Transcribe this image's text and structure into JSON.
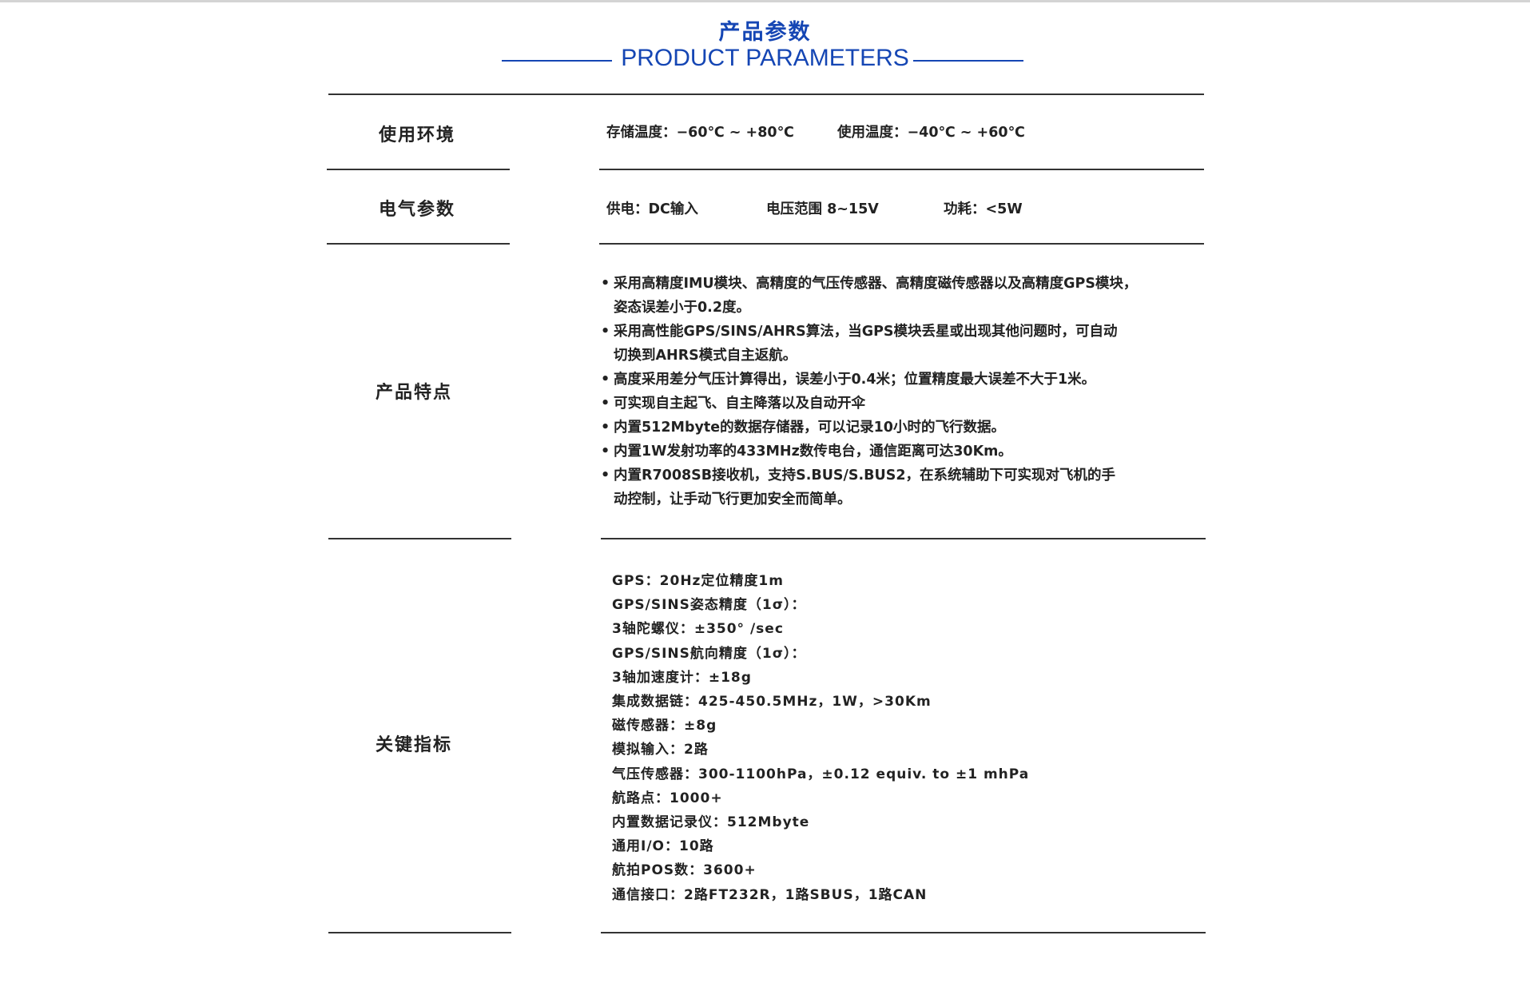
{
  "header": {
    "title_cn": "产品参数",
    "title_en": "PRODUCT PARAMETERS",
    "accent_color": "#1546b4"
  },
  "rows": [
    {
      "label": "使用环境",
      "items": [
        "存储温度：−60℃ ~ +80℃",
        "使用温度：−40℃ ~ +60℃"
      ]
    },
    {
      "label": "电气参数",
      "items": [
        "供电：DC输入",
        "电压范围 8~15V",
        "功耗：<5W"
      ]
    },
    {
      "label": "产品特点",
      "bullet": "•",
      "items": [
        "采用高精度IMU模块、高精度的气压传感器、高精度磁传感器以及高精度GPS模块，",
        "姿态误差小于0.2度。",
        "采用高性能GPS/SINS/AHRS算法，当GPS模块丢星或出现其他问题时，可自动",
        "切换到AHRS模式自主返航。",
        "高度采用差分气压计算得出，误差小于0.4米；位置精度最大误差不大于1米。",
        "可实现自主起飞、自主降落以及自动开伞",
        "内置512Mbyte的数据存储器，可以记录10小时的飞行数据。",
        "内置1W发射功率的433MHz数传电台，通信距离可达30Km。",
        "内置R7008SB接收机，支持S.BUS/S.BUS2，在系统辅助下可实现对飞机的手",
        "动控制，让手动飞行更加安全而简单。"
      ]
    },
    {
      "label": "关键指标",
      "items": [
        "GPS：20Hz定位精度1m",
        "GPS/SINS姿态精度（1σ）：",
        "3轴陀螺仪：±350° /sec",
        "GPS/SINS航向精度（1σ）：",
        "3轴加速度计：±18g",
        "集成数据链：425-450.5MHz，1W，>30Km",
        "磁传感器：±8g",
        "模拟输入：2路",
        "气压传感器：300-1100hPa，±0.12 equiv. to ±1 mhPa",
        "航路点：1000+",
        "内置数据记录仪：512Mbyte",
        "通用I/O：10路",
        "航拍POS数：3600+",
        "通信接口：2路FT232R，1路SBUS，1路CAN"
      ]
    }
  ]
}
